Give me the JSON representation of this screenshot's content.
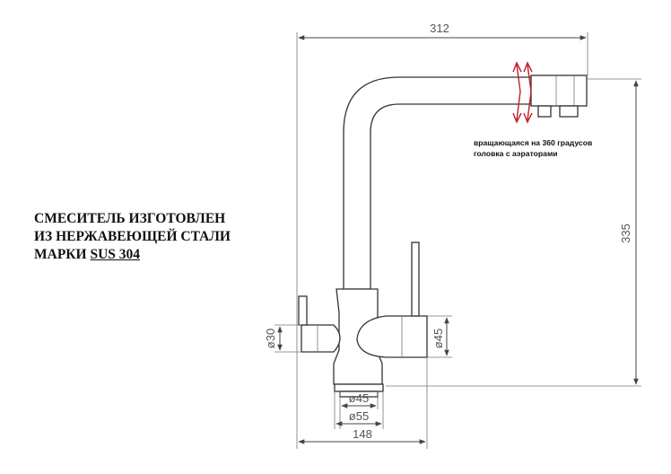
{
  "caption": {
    "line1": "СМЕСИТЕЛЬ ИЗГОТОВЛЕН",
    "line2": "ИЗ НЕРЖАВЕЮЩЕЙ СТАЛИ",
    "line3_prefix": "МАРКИ ",
    "line3_grade": "SUS 304"
  },
  "note": {
    "line1": "вращающаяся на 360 градусов",
    "line2": "головка с аэраторами"
  },
  "dimensions": {
    "width_total": "312",
    "height_total": "335",
    "base_width": "148",
    "left_handle_dia": "ø30",
    "right_handle_dia": "ø45",
    "base_dia_top": "ø45",
    "base_dia_bottom": "ø55"
  },
  "colors": {
    "accent_arrow": "#c0202a",
    "drawing_line": "#333333"
  }
}
